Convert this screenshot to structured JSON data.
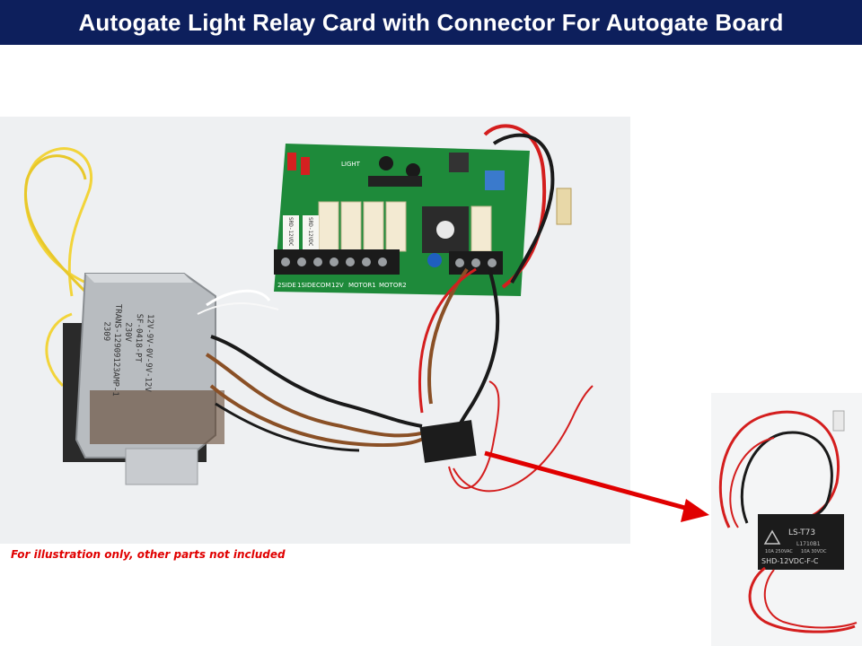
{
  "header": {
    "title": "Autogate Light Relay Card with Connector For Autogate Board"
  },
  "board": {
    "terminal_labels": [
      "2SIDE",
      "1SIDE",
      "COM",
      "12V",
      "MOTOR1",
      "MOTOR2"
    ],
    "relay_labels": [
      "SRD-12VDC",
      "SRD-12VDC"
    ],
    "board_text": "LIGHT"
  },
  "transformer": {
    "label_lines": [
      "12V-9V-0V-9V-12V",
      "SF-0418-PT",
      "230V",
      "TRANS-12909123AMP-1",
      "2309"
    ]
  },
  "relay_card": {
    "main_label": "LS-T73",
    "sub_label": "SHD-12VDC-F-C",
    "code": "L1710B1",
    "rating1": "10A 250VAC",
    "rating2": "10A 30VDC"
  },
  "footnote": {
    "text": "For illustration only, other parts not included"
  },
  "colors": {
    "title_bg": "#0d1f5c",
    "note": "#e00000",
    "board": "#1e8a3a",
    "arrow": "#e00000"
  }
}
